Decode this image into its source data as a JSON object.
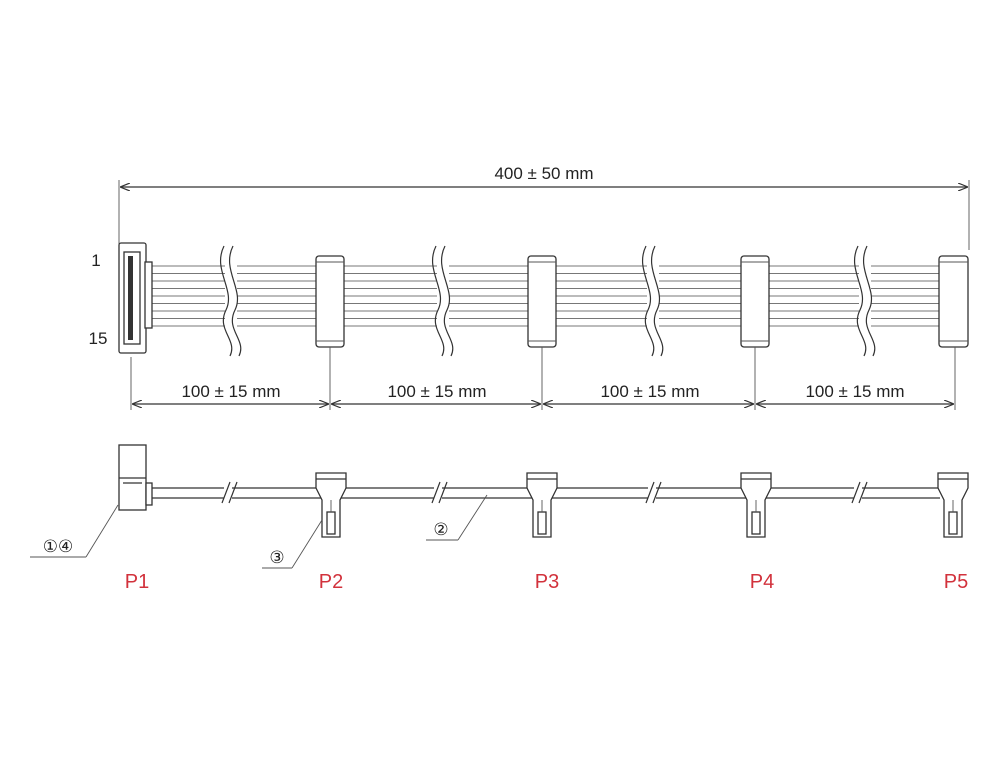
{
  "colors": {
    "line": "#333333",
    "label_red": "#d2323c",
    "text": "#222222"
  },
  "dimensions": {
    "overall": "400 ± 50 mm",
    "segments": [
      "100 ± 15 mm",
      "100 ± 15 mm",
      "100 ± 15 mm",
      "100 ± 15 mm"
    ]
  },
  "pins": {
    "first": "1",
    "last": "15"
  },
  "connectors": [
    "P1",
    "P2",
    "P3",
    "P4",
    "P5"
  ],
  "callouts": {
    "c14": "①④",
    "c2": "②",
    "c3": "③"
  }
}
